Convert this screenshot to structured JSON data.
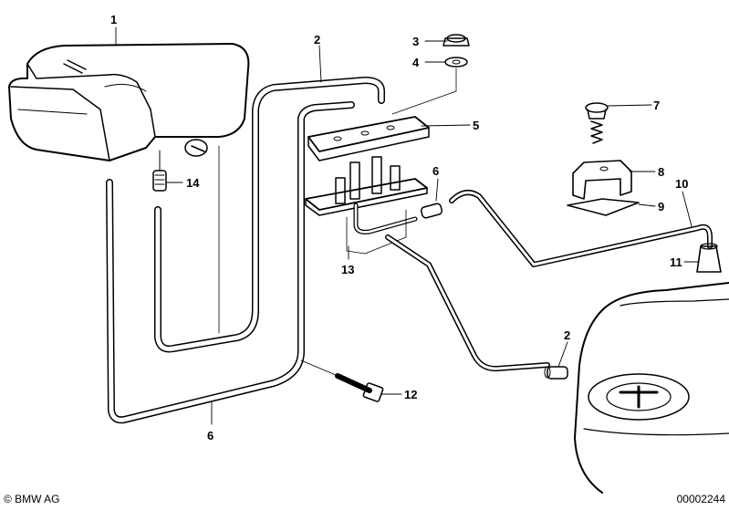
{
  "callouts": {
    "c1": "1",
    "c2a": "2",
    "c2b": "2",
    "c3": "3",
    "c4": "4",
    "c5": "5",
    "c6a": "6",
    "c6b": "6",
    "c7": "7",
    "c8": "8",
    "c9": "9",
    "c10": "10",
    "c11": "11",
    "c12": "12",
    "c13": "13",
    "c14": "14"
  },
  "footer": {
    "copyright": "© BMW AG",
    "doc_number": "00002244"
  }
}
